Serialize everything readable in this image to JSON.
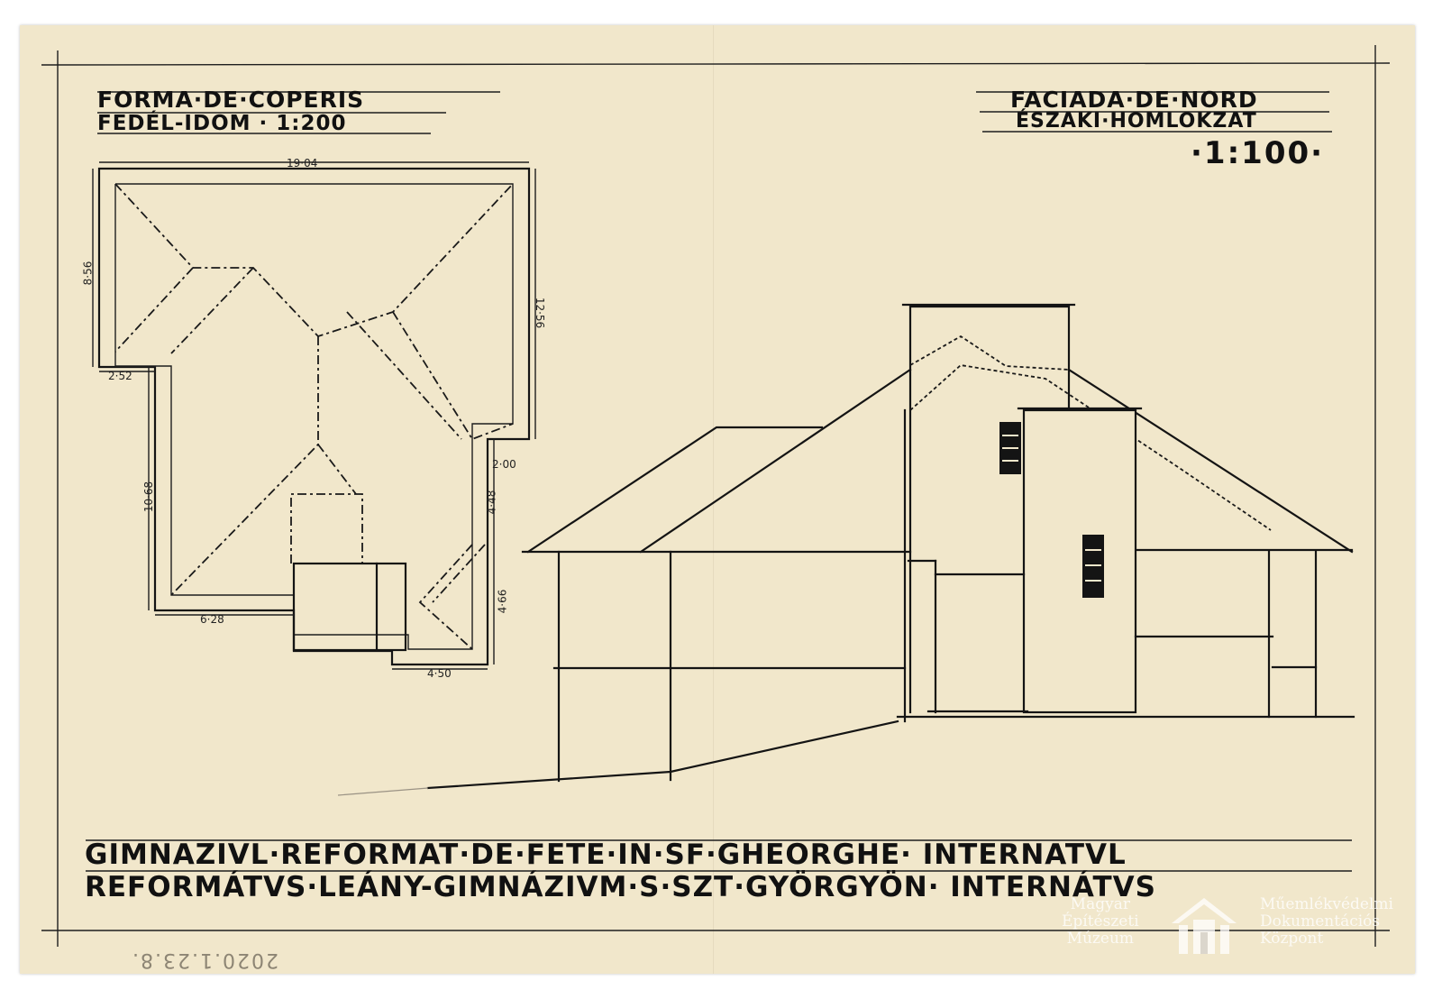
{
  "roof_plan": {
    "title_ro": "FORMA·DE·COPERIS",
    "title_hu": "FEDÉL-IDOM · 1:200",
    "dimensions": [
      "19·04",
      "8·56",
      "12·56",
      "2·52",
      "2·00",
      "10·68",
      "4·48",
      "4·66",
      "6·28",
      "4·50"
    ]
  },
  "facade": {
    "title_ro": "FACIADA·DE·NORD",
    "title_hu": "ÉSZAKI·HOMLOKZAT",
    "scale": "·1:100·"
  },
  "main_title": {
    "line_ro": "GIMNAZIVL·REFORMAT·DE·FETE·IN·SF·GHEORGHE· INTERNATVL",
    "line_hu": "REFORMÁTVS·LEÁNY-GIMNÁZIVM·S·SZT·GYÖRGYÖN· INTERNÁTVS"
  },
  "inventory_number": "2020.1.23.8.",
  "watermark": {
    "left": [
      "Magyar",
      "Építészeti",
      "Múzeum"
    ],
    "right": [
      "Műemlékvédelmi",
      "Dokumentációs",
      "Központ"
    ]
  }
}
